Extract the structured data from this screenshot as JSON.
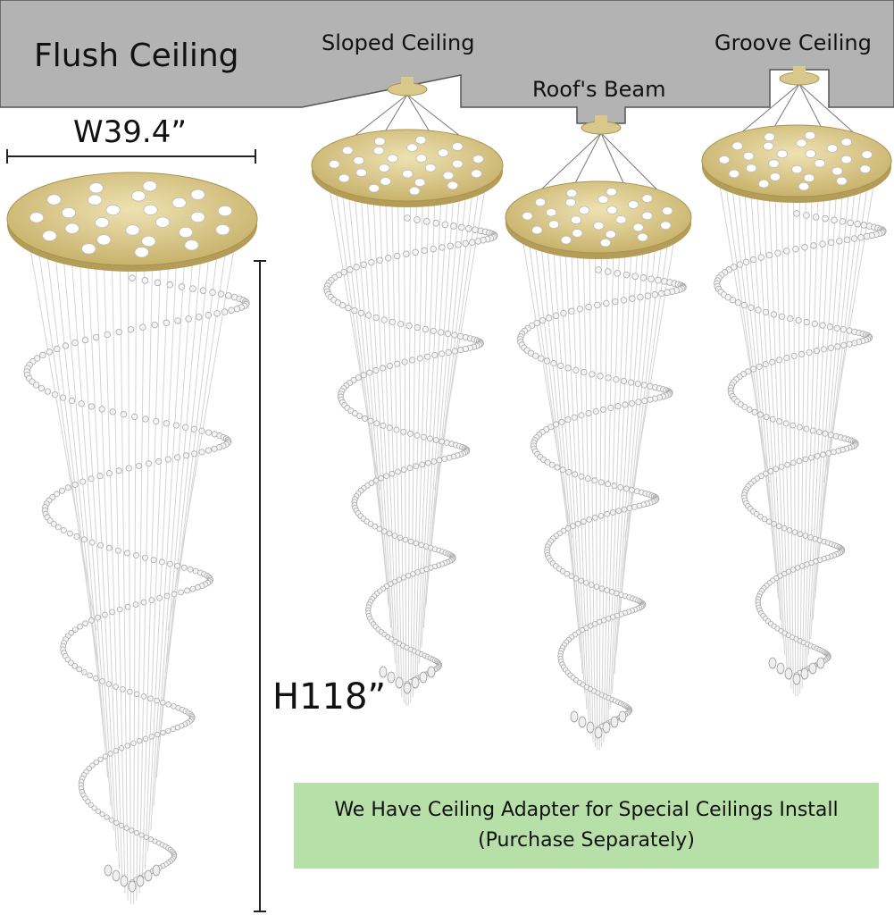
{
  "ceilings": {
    "flush": "Flush Ceiling",
    "sloped": "Sloped Ceiling",
    "beam": "Roof's Beam",
    "groove": "Groove Ceiling"
  },
  "dimensions": {
    "width": "W39.4”",
    "height": "H118”"
  },
  "note": {
    "line1": "We Have Ceiling Adapter for Special Ceilings Install",
    "line2": "(Purchase Separately)"
  },
  "colors": {
    "ceiling": "#b3b3b3",
    "gold": "#d8c88c",
    "note_bg": "#b7e0a9"
  }
}
